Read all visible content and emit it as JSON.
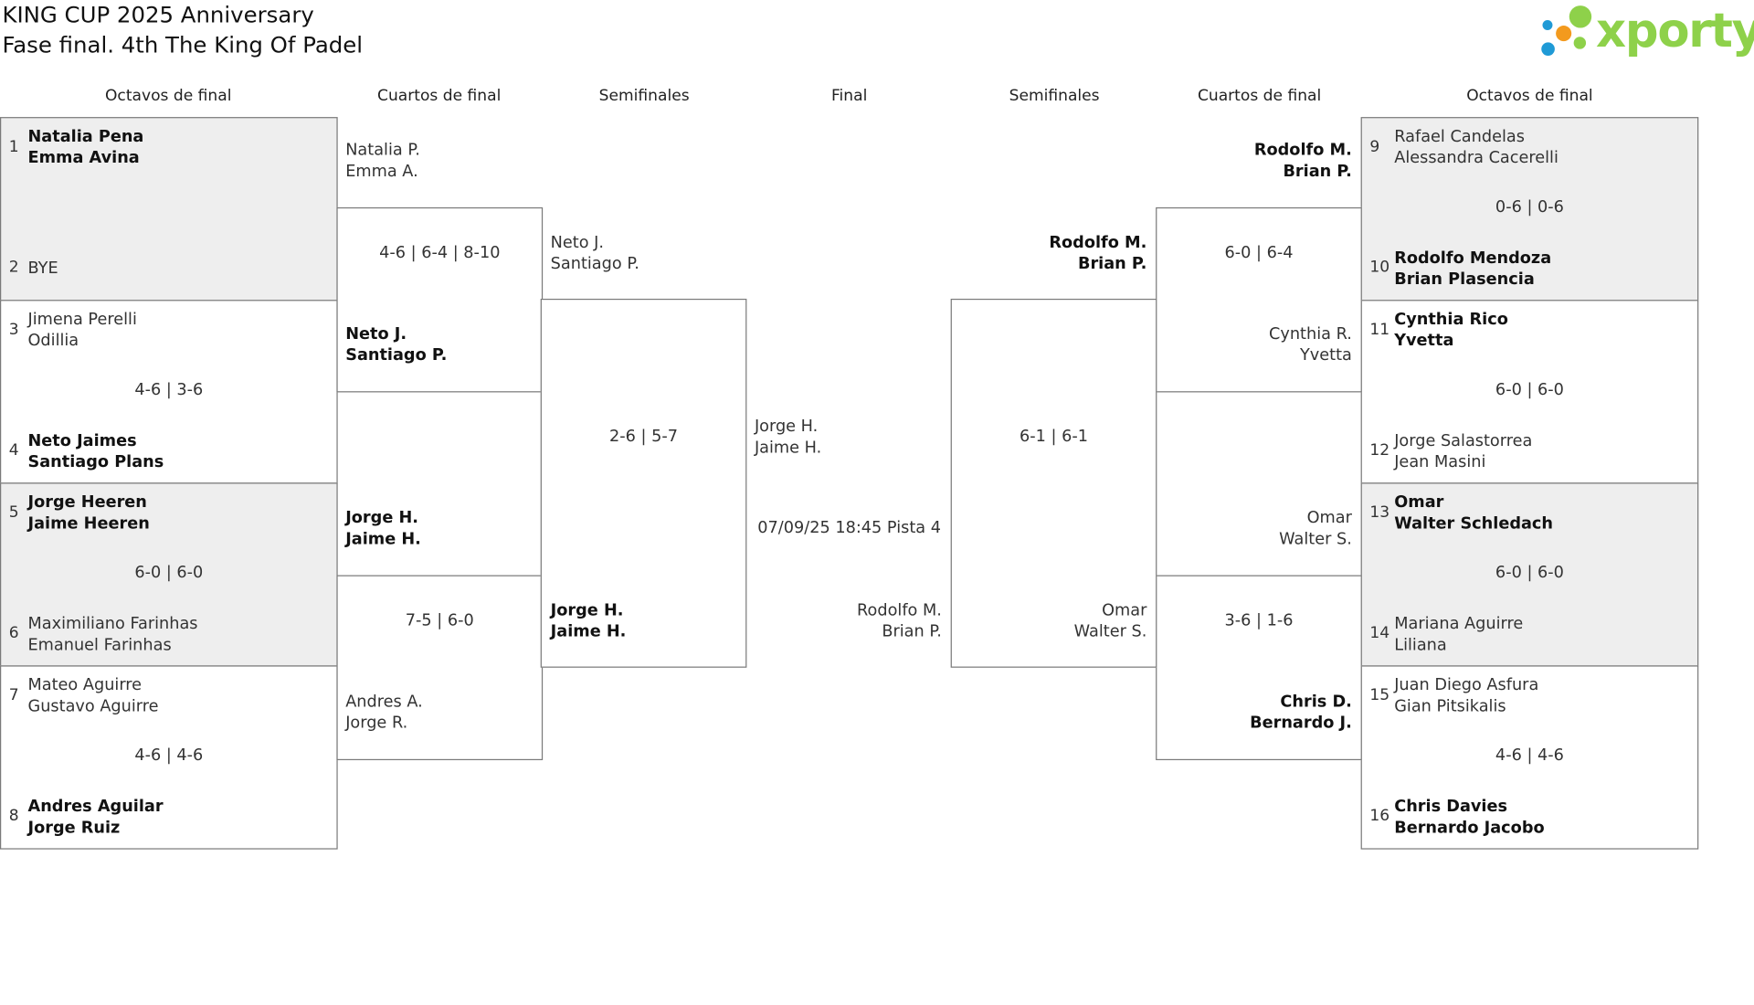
{
  "header": {
    "title": "KING CUP 2025 Anniversary",
    "subtitle": "Fase final. 4th The King Of Padel"
  },
  "logo": {
    "text": "xporty",
    "colors": [
      "#8ed14a",
      "#f39a1e",
      "#1f9ad6",
      "#ffffff"
    ]
  },
  "rounds": {
    "left_r16": "Octavos de final",
    "left_qf": "Cuartos de final",
    "left_sf": "Semifinales",
    "final": "Final",
    "right_sf": "Semifinales",
    "right_qf": "Cuartos de final",
    "right_r16": "Octavos de final"
  },
  "left_r16": [
    {
      "seed_a": "1",
      "team_a": [
        "Natalia Pena",
        "Emma Avina"
      ],
      "seed_b": "2",
      "team_b": [
        "BYE"
      ],
      "score": "",
      "winner": "a"
    },
    {
      "seed_a": "3",
      "team_a": [
        "Jimena Perelli",
        "Odillia"
      ],
      "seed_b": "4",
      "team_b": [
        "Neto Jaimes",
        "Santiago Plans"
      ],
      "score": "4-6 | 3-6",
      "winner": "b"
    },
    {
      "seed_a": "5",
      "team_a": [
        "Jorge Heeren",
        "Jaime Heeren"
      ],
      "seed_b": "6",
      "team_b": [
        "Maximiliano Farinhas",
        "Emanuel Farinhas"
      ],
      "score": "6-0 | 6-0",
      "winner": "a"
    },
    {
      "seed_a": "7",
      "team_a": [
        "Mateo Aguirre",
        "Gustavo Aguirre"
      ],
      "seed_b": "8",
      "team_b": [
        "Andres Aguilar",
        "Jorge Ruiz"
      ],
      "score": "4-6 | 4-6",
      "winner": "b"
    }
  ],
  "left_qf": [
    {
      "team_a": [
        "Natalia P.",
        "Emma A."
      ],
      "team_b": [
        "Neto J.",
        "Santiago P."
      ],
      "score": "4-6 | 6-4 | 8-10",
      "winner": "b"
    },
    {
      "team_a": [
        "Jorge H.",
        "Jaime H."
      ],
      "team_b": [
        "Andres A.",
        "Jorge R."
      ],
      "score": "7-5 | 6-0",
      "winner": "a"
    }
  ],
  "left_sf": {
    "team_a": [
      "Neto J.",
      "Santiago P."
    ],
    "team_b": [
      "Jorge H.",
      "Jaime H."
    ],
    "score": "2-6 | 5-7",
    "winner": "b"
  },
  "final": {
    "team_a": [
      "Jorge H.",
      "Jaime H."
    ],
    "team_b": [
      "Rodolfo M.",
      "Brian P."
    ],
    "schedule": "07/09/25 18:45 Pista 4"
  },
  "right_sf": {
    "team_a": [
      "Rodolfo M.",
      "Brian P."
    ],
    "team_b": [
      "Omar",
      "Walter S."
    ],
    "score": "6-1 | 6-1",
    "winner": "a"
  },
  "right_qf": [
    {
      "team_a": [
        "Rodolfo M.",
        "Brian P."
      ],
      "team_b": [
        "Cynthia R.",
        "Yvetta"
      ],
      "score": "6-0 | 6-4",
      "winner": "a"
    },
    {
      "team_a": [
        "Omar",
        "Walter S."
      ],
      "team_b": [
        "Chris D.",
        "Bernardo J."
      ],
      "score": "3-6 | 1-6",
      "winner": "b"
    }
  ],
  "right_r16": [
    {
      "seed_a": "9",
      "team_a": [
        "Rafael Candelas",
        "Alessandra Cacerelli"
      ],
      "seed_b": "10",
      "team_b": [
        "Rodolfo Mendoza",
        "Brian Plasencia"
      ],
      "score": "0-6 | 0-6",
      "winner": "b"
    },
    {
      "seed_a": "11",
      "team_a": [
        "Cynthia Rico",
        "Yvetta"
      ],
      "seed_b": "12",
      "team_b": [
        "Jorge Salastorrea",
        "Jean Masini"
      ],
      "score": "6-0 | 6-0",
      "winner": "a"
    },
    {
      "seed_a": "13",
      "team_a": [
        "Omar",
        "Walter Schledach"
      ],
      "seed_b": "14",
      "team_b": [
        "Mariana Aguirre",
        "Liliana"
      ],
      "score": "6-0 | 6-0",
      "winner": "a"
    },
    {
      "seed_a": "15",
      "team_a": [
        "Juan Diego Asfura",
        "Gian Pitsikalis"
      ],
      "seed_b": "16",
      "team_b": [
        "Chris Davies",
        "Bernardo Jacobo"
      ],
      "score": "4-6 | 4-6",
      "winner": "b"
    }
  ]
}
